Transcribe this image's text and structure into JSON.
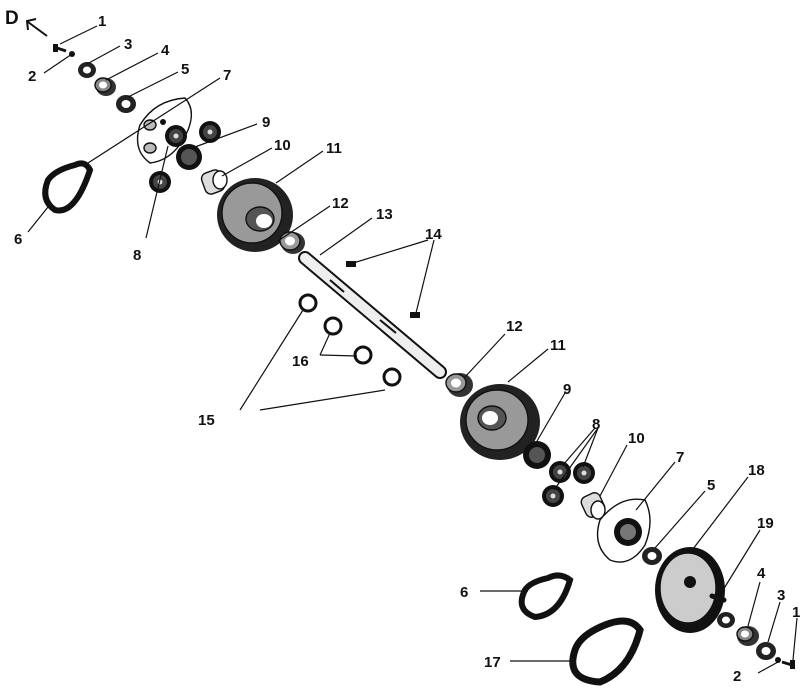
{
  "diagram": {
    "title_letter": "D",
    "labels": {
      "l1a": "1",
      "l2a": "2",
      "l3a": "3",
      "l4a": "4",
      "l5a": "5",
      "l6a": "6",
      "l7a": "7",
      "l8a": "8",
      "l9a": "9",
      "l10a": "10",
      "l11a": "11",
      "l12a": "12",
      "l13": "13",
      "l14": "14",
      "l12b": "12",
      "l11b": "11",
      "l15": "15",
      "l16": "16",
      "l9b": "9",
      "l8b": "8",
      "l10b": "10",
      "l7b": "7",
      "l5b": "5",
      "l18": "18",
      "l19": "19",
      "l6b": "6",
      "l4b": "4",
      "l3b": "3",
      "l1b": "1",
      "l17": "17",
      "l2b": "2"
    }
  }
}
